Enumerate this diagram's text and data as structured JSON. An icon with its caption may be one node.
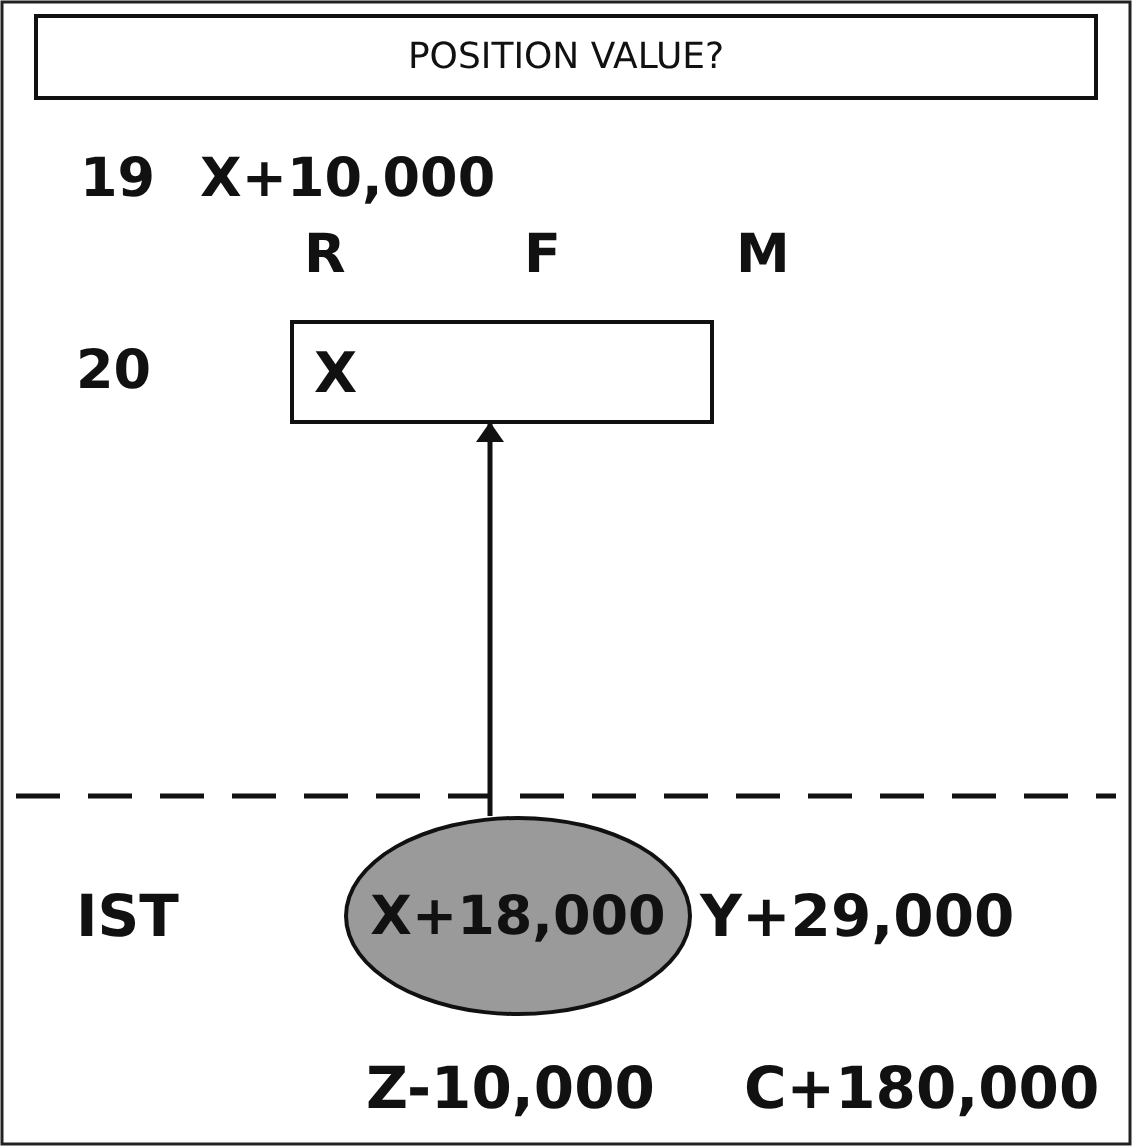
{
  "diagram": {
    "nodes": [
      {
        "text": [
          "POSITION VALUE?"
        ]
      },
      {
        "text": [
          "X"
        ]
      },
      {
        "text": [
          "X+18,000"
        ]
      }
    ],
    "edges": [
      {
        "from": 2,
        "to": 1,
        "arrow": "to"
      }
    ],
    "labels": [
      "19",
      "X+10,000",
      "R",
      "F",
      "M",
      "20",
      "IST",
      "Y+29,000",
      "Z-10,000",
      "C+180,000"
    ]
  }
}
